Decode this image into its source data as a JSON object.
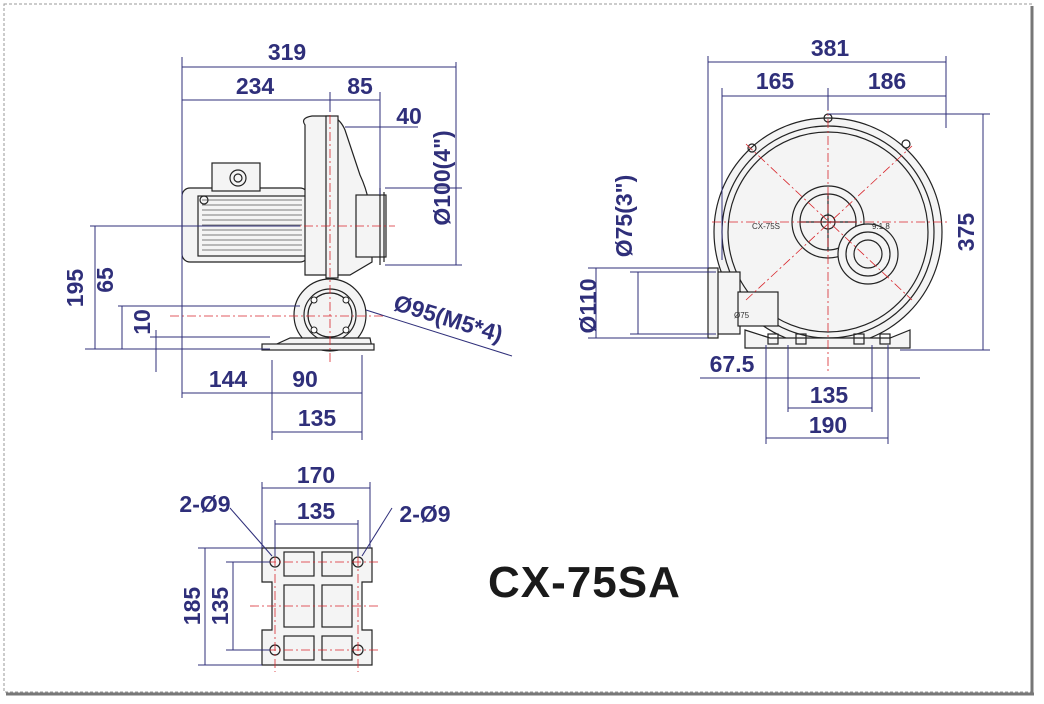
{
  "model": "CX-75SA",
  "side_view": {
    "dims": {
      "overall_length": "319",
      "motor_length": "234",
      "housing_width": "85",
      "outlet_length": "40",
      "outlet_diameter": "Ø100(4\")",
      "total_height": "195",
      "center_height": "65",
      "base_thickness": "10",
      "inlet_diameter": "Ø95(M5*4)",
      "rear_offset": "144",
      "base_half": "90",
      "base_width": "135"
    }
  },
  "front_view": {
    "dims": {
      "overall_width": "381",
      "left_width": "165",
      "right_width": "186",
      "overall_height": "375",
      "inlet_diameter": "Ø75(3\")",
      "flange_height": "Ø110",
      "flange_depth": "67.5",
      "base_hole_spacing": "135",
      "base_width": "190"
    },
    "labels": {
      "housing_text": "CX-75S",
      "housing_code": "9.1.8",
      "flange_text": "Ø75"
    }
  },
  "base_view": {
    "dims": {
      "overall_width": "170",
      "hole_spacing_x": "135",
      "holes_left": "2-Ø9",
      "holes_right": "2-Ø9",
      "overall_depth": "185",
      "hole_spacing_y": "135"
    }
  },
  "colors": {
    "dimension": "#2f2f7a",
    "centerline": "#d8262c",
    "outline": "#222222",
    "frame": "#555555"
  }
}
